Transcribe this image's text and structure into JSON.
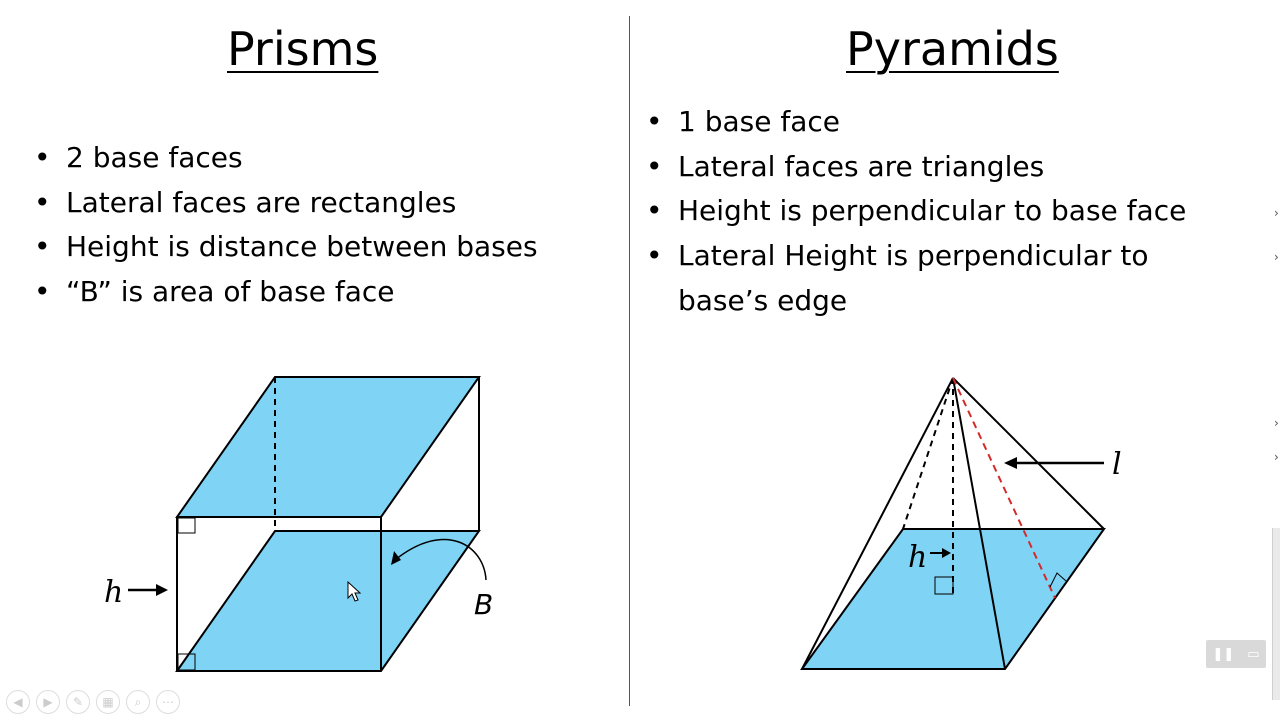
{
  "slide": {
    "left": {
      "title": "Prisms",
      "bullets": [
        "2 base faces",
        "Lateral faces are rectangles",
        "Height is distance between bases",
        "“B” is area of base face"
      ]
    },
    "right": {
      "title": "Pyramids",
      "bullets": [
        "1 base face",
        "Lateral faces are triangles",
        "Height is perpendicular to base face",
        "Lateral Height is perpendicular to base’s edge"
      ]
    }
  },
  "figures": {
    "prism": {
      "height_label": "h",
      "base_label": "B"
    },
    "pyramid": {
      "height_label": "h",
      "lateral_height_label": "l"
    }
  },
  "colors": {
    "face_fill": "#7fd3f5",
    "lateral_height_line": "#d42a2a",
    "outline": "#000000"
  },
  "player": {
    "controls": [
      "previous-icon",
      "next-icon",
      "pen-icon",
      "slides-icon",
      "zoom-icon",
      "more-icon"
    ]
  }
}
